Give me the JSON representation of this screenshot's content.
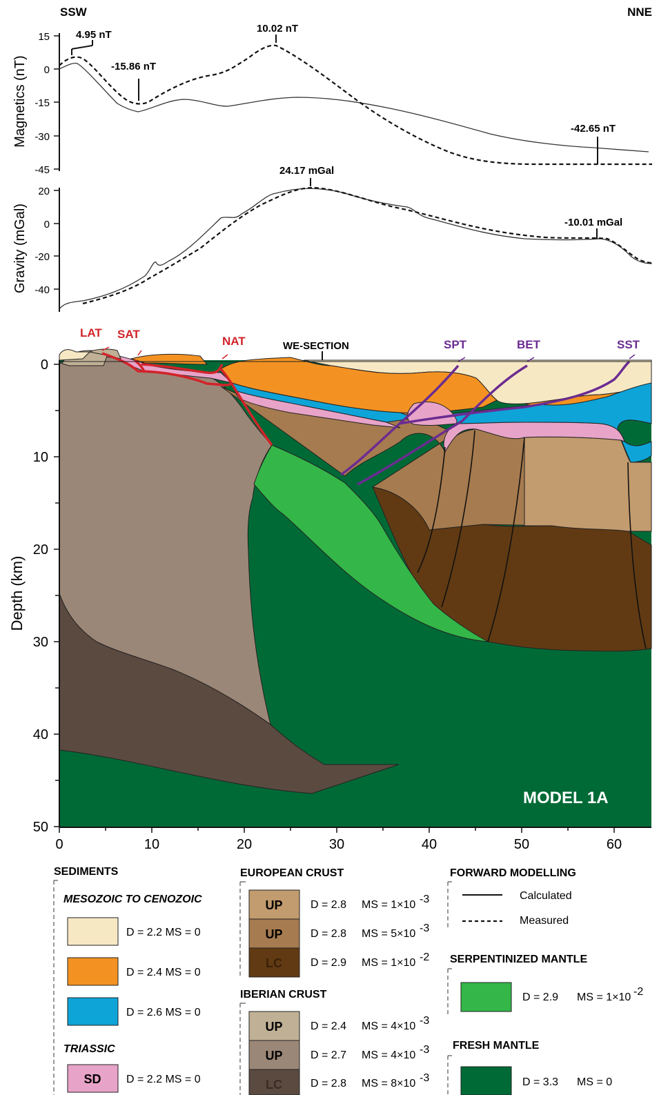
{
  "header": {
    "left": "SSW",
    "right": "NNE"
  },
  "magnetics": {
    "ylabel": "Magnetics (nT)",
    "ticks": [
      "15",
      "0",
      "-15",
      "-30",
      "-45"
    ],
    "annotations": [
      "4.95 nT",
      "-15.86 nT",
      "10.02 nT",
      "-42.65 nT"
    ]
  },
  "gravity": {
    "ylabel": "Gravity (mGal)",
    "ticks": [
      "20",
      "0",
      "-20",
      "-40"
    ],
    "annotations": [
      "24.17 mGal",
      "-10.01 mGal"
    ]
  },
  "section": {
    "ylabel": "Depth (km)",
    "yticks": [
      "0",
      "10",
      "20",
      "30",
      "40",
      "50"
    ],
    "xticks": [
      "0",
      "10",
      "20",
      "30",
      "40",
      "50",
      "60"
    ],
    "model_label": "MODEL 1A",
    "we_section": "WE-SECTION",
    "faults_red": [
      "LAT",
      "SAT",
      "NAT"
    ],
    "faults_purple": [
      "SPT",
      "BET",
      "SST"
    ]
  },
  "colors": {
    "sed_light": "#f7e8c4",
    "sed_orange": "#f39222",
    "sed_blue": "#0ea4d8",
    "triassic": "#e8a3c8",
    "eu_up1": "#c29b6e",
    "eu_up2": "#a67b4f",
    "eu_lc": "#613a13",
    "ib_up1": "#c0b095",
    "ib_up2": "#9b8777",
    "ib_lc": "#5b4a40",
    "serp": "#34b649",
    "mantle": "#006a36",
    "fault_red": "#d2232a",
    "fault_purple": "#6b2c91"
  },
  "legend": {
    "sediments": {
      "title": "SEDIMENTS",
      "subtitle": "MESOZOIC TO CENOZOIC",
      "items": [
        "D = 2.2   MS = 0",
        "D = 2.4   MS = 0",
        "D = 2.6   MS = 0"
      ],
      "triassic_title": "TRIASSIC",
      "triassic_code": "SD",
      "triassic_text": "D = 2.2   MS = 0"
    },
    "european": {
      "title": "EUROPEAN CRUST",
      "codes": [
        "UP",
        "UP",
        "LC"
      ],
      "d": [
        "D = 2.8",
        "D = 2.8",
        "D = 2.9"
      ],
      "ms": [
        "MS = 1×10",
        "MS = 5×10",
        "MS = 1×10"
      ],
      "exp": [
        "-3",
        "-3",
        "-2"
      ]
    },
    "iberian": {
      "title": "IBERIAN CRUST",
      "codes": [
        "UP",
        "UP",
        "LC"
      ],
      "d": [
        "D = 2.4",
        "D = 2.7",
        "D = 2.8"
      ],
      "ms": [
        "MS = 4×10",
        "MS = 4×10",
        "MS = 8×10"
      ],
      "exp": [
        "-3",
        "-3",
        "-3"
      ]
    },
    "forward": {
      "title": "FORWARD MODELLING",
      "calculated": "Calculated",
      "measured": "Measured"
    },
    "serpentinized": {
      "title": "SERPENTINIZED MANTLE",
      "d": "D = 2.9",
      "ms": "MS = 1×10",
      "exp": "-2"
    },
    "fresh": {
      "title": "FRESH MANTLE",
      "d": "D = 3.3",
      "ms": "MS = 0"
    }
  }
}
